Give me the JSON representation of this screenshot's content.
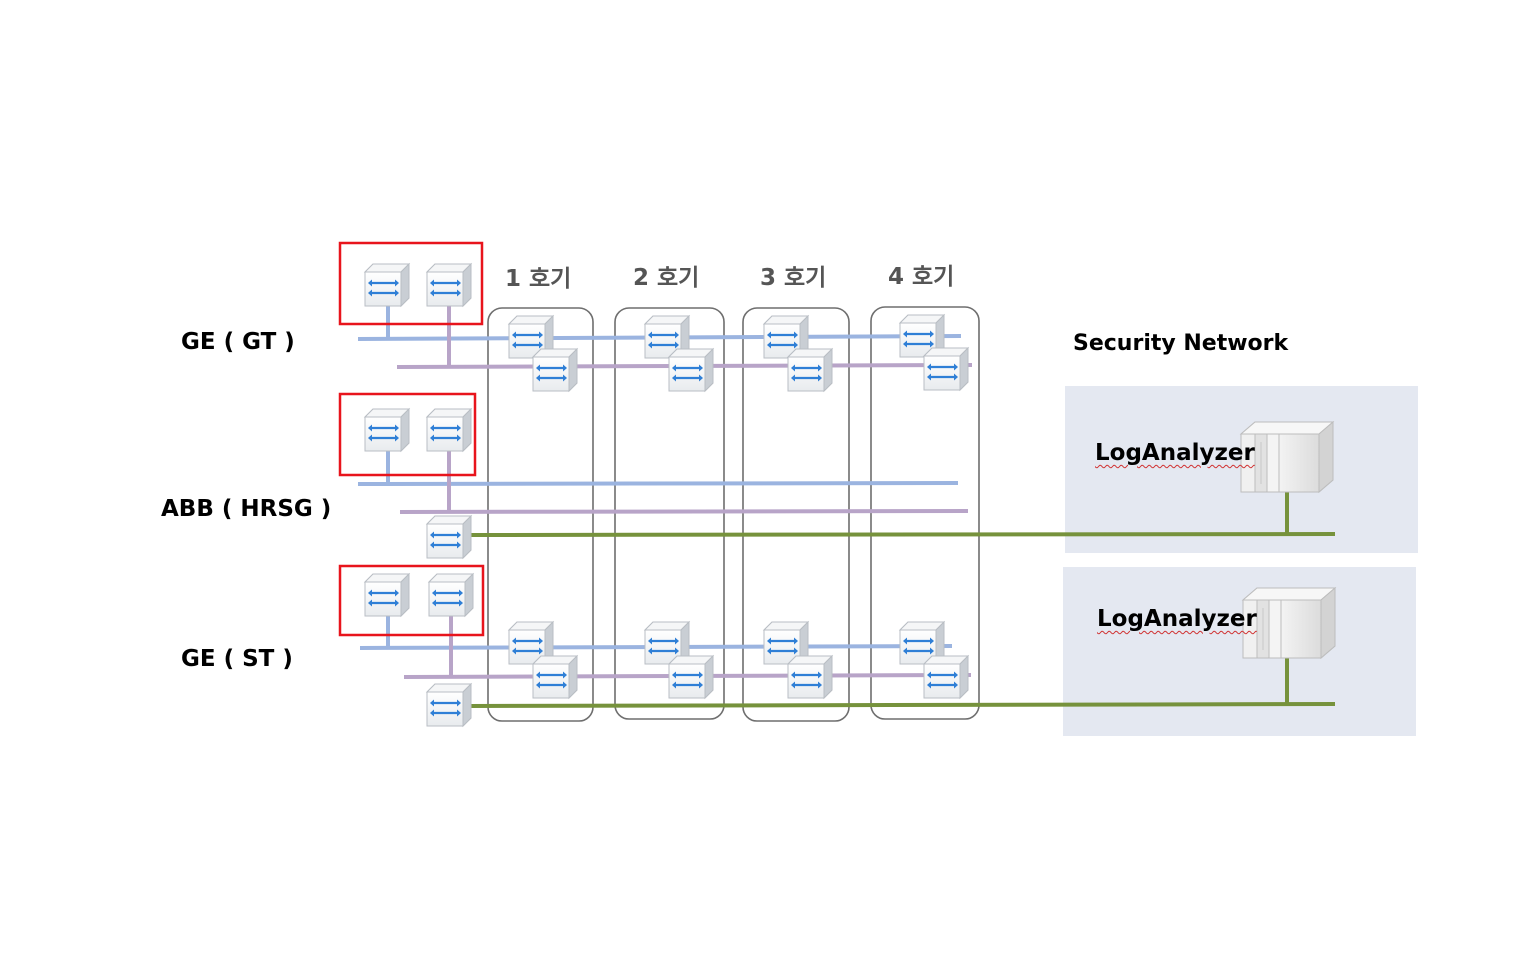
{
  "rows": [
    {
      "label": "GE ( GT )"
    },
    {
      "label": "ABB ( HRSG )"
    },
    {
      "label": "GE ( ST )"
    }
  ],
  "units": [
    {
      "label": "1 호기"
    },
    {
      "label": "2 호기"
    },
    {
      "label": "3 호기"
    },
    {
      "label": "4 호기"
    }
  ],
  "security": {
    "title": "Security Network",
    "analyzers": [
      {
        "label": "LogAnalyzer"
      },
      {
        "label": "LogAnalyzer"
      }
    ]
  },
  "colors": {
    "blue_line": "#9bb4e0",
    "purple_line": "#b8a4c8",
    "green_line": "#76923c",
    "highlight": "#e8141c",
    "panel": "#e4e8f1"
  },
  "icons": {
    "switch": "network-switch-icon",
    "server": "server-icon"
  }
}
